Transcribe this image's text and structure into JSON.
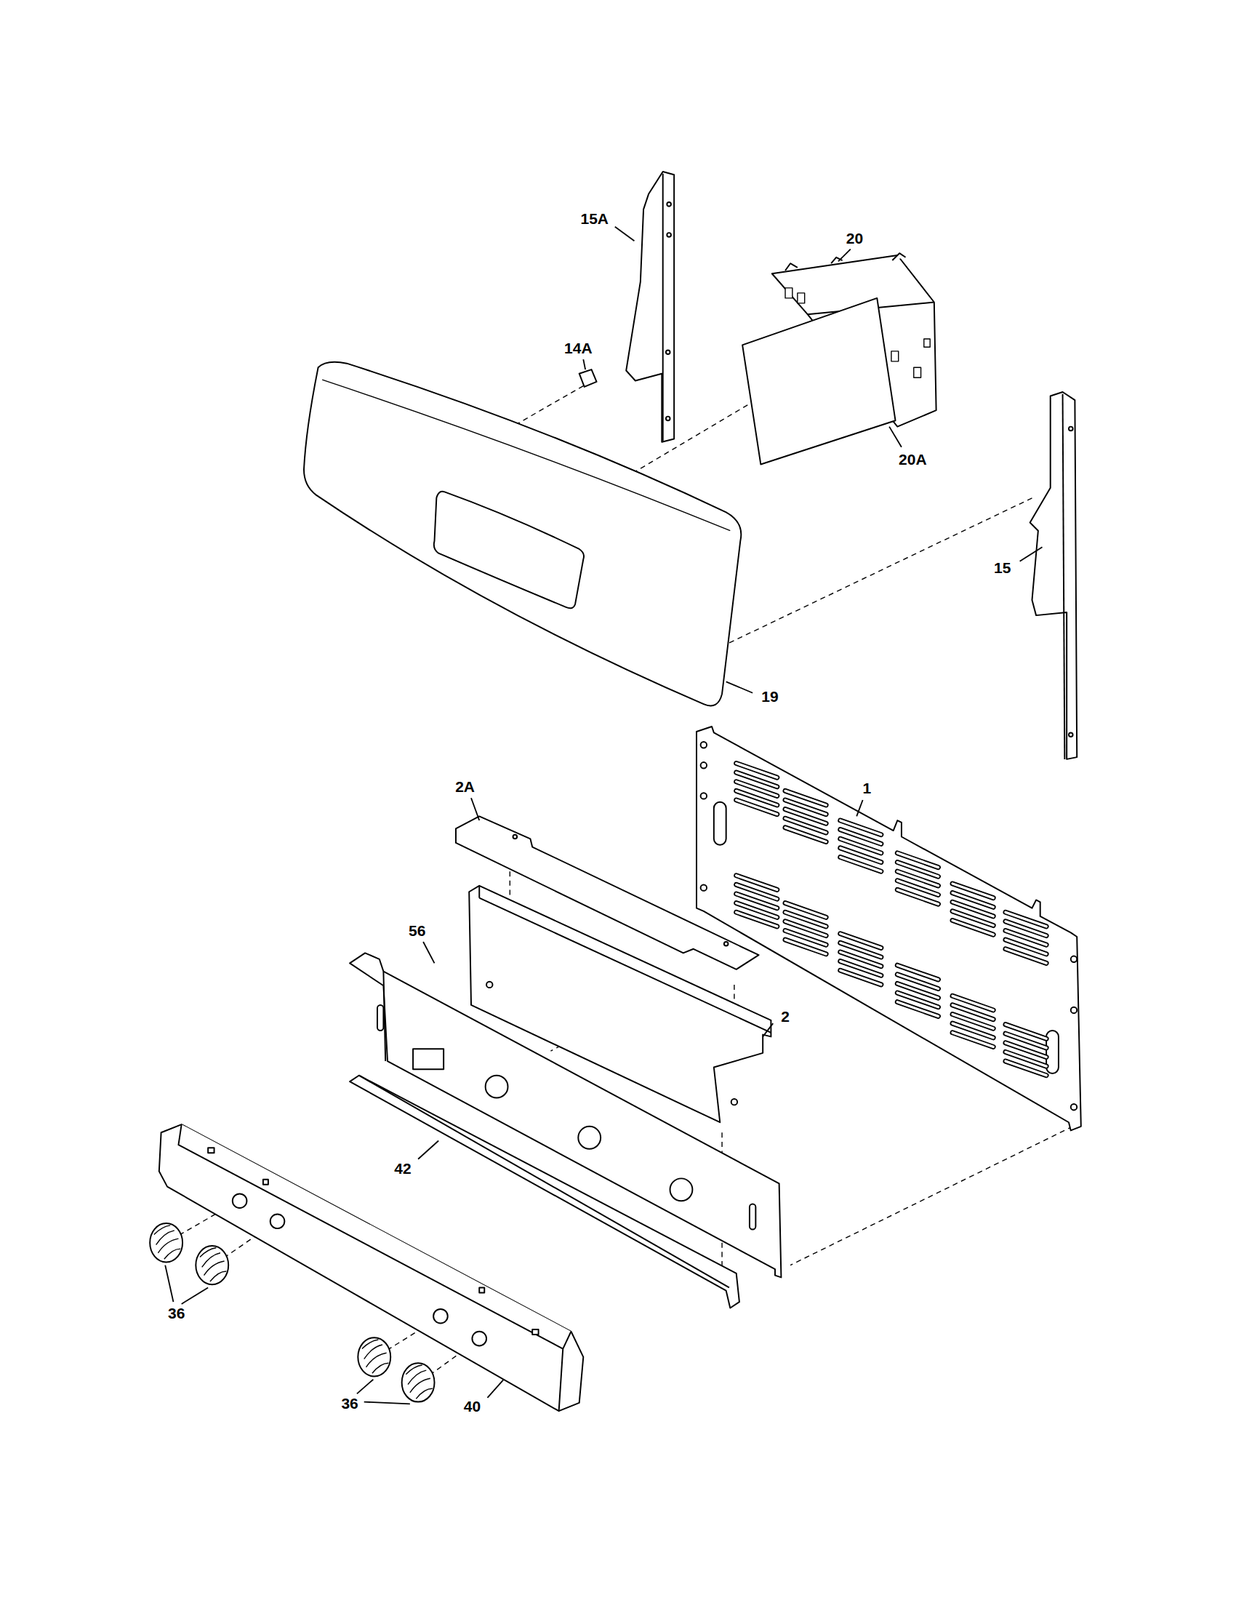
{
  "diagram": {
    "labels": [
      "15A",
      "20",
      "14A",
      "20A",
      "15",
      "19",
      "2A",
      "1",
      "56",
      "2",
      "42",
      "36",
      "36",
      "40"
    ]
  }
}
